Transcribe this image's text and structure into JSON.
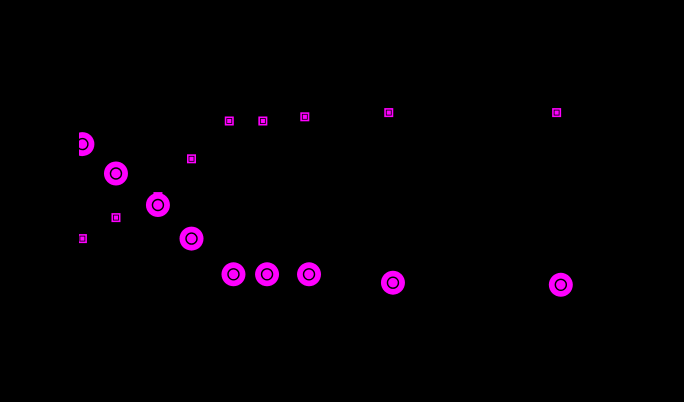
{
  "chart_data": {
    "type": "scatter",
    "background": "#000000",
    "marker_color": "#ff00ff",
    "xlim": [
      0,
      12.2
    ],
    "ylim": [
      0,
      8
    ],
    "grid": false,
    "series": [
      {
        "marker": "square",
        "points": [
          {
            "x": 0.2,
            "y": 3.7
          },
          {
            "x": 1.0,
            "y": 4.2
          },
          {
            "x": 2.0,
            "y": 4.7
          },
          {
            "x": 2.8,
            "y": 5.6
          },
          {
            "x": 3.7,
            "y": 6.5
          },
          {
            "x": 4.5,
            "y": 6.5
          },
          {
            "x": 5.5,
            "y": 6.6
          },
          {
            "x": 7.5,
            "y": 6.7
          },
          {
            "x": 11.5,
            "y": 6.7
          }
        ]
      },
      {
        "marker": "ring",
        "points": [
          {
            "x": 0.2,
            "y": 5.95
          },
          {
            "x": 1.0,
            "y": 5.25
          },
          {
            "x": 2.0,
            "y": 4.5
          },
          {
            "x": 2.8,
            "y": 3.7
          },
          {
            "x": 3.8,
            "y": 2.85
          },
          {
            "x": 4.6,
            "y": 2.85
          },
          {
            "x": 5.6,
            "y": 2.85
          },
          {
            "x": 7.6,
            "y": 2.65
          },
          {
            "x": 11.6,
            "y": 2.6
          }
        ]
      }
    ]
  }
}
